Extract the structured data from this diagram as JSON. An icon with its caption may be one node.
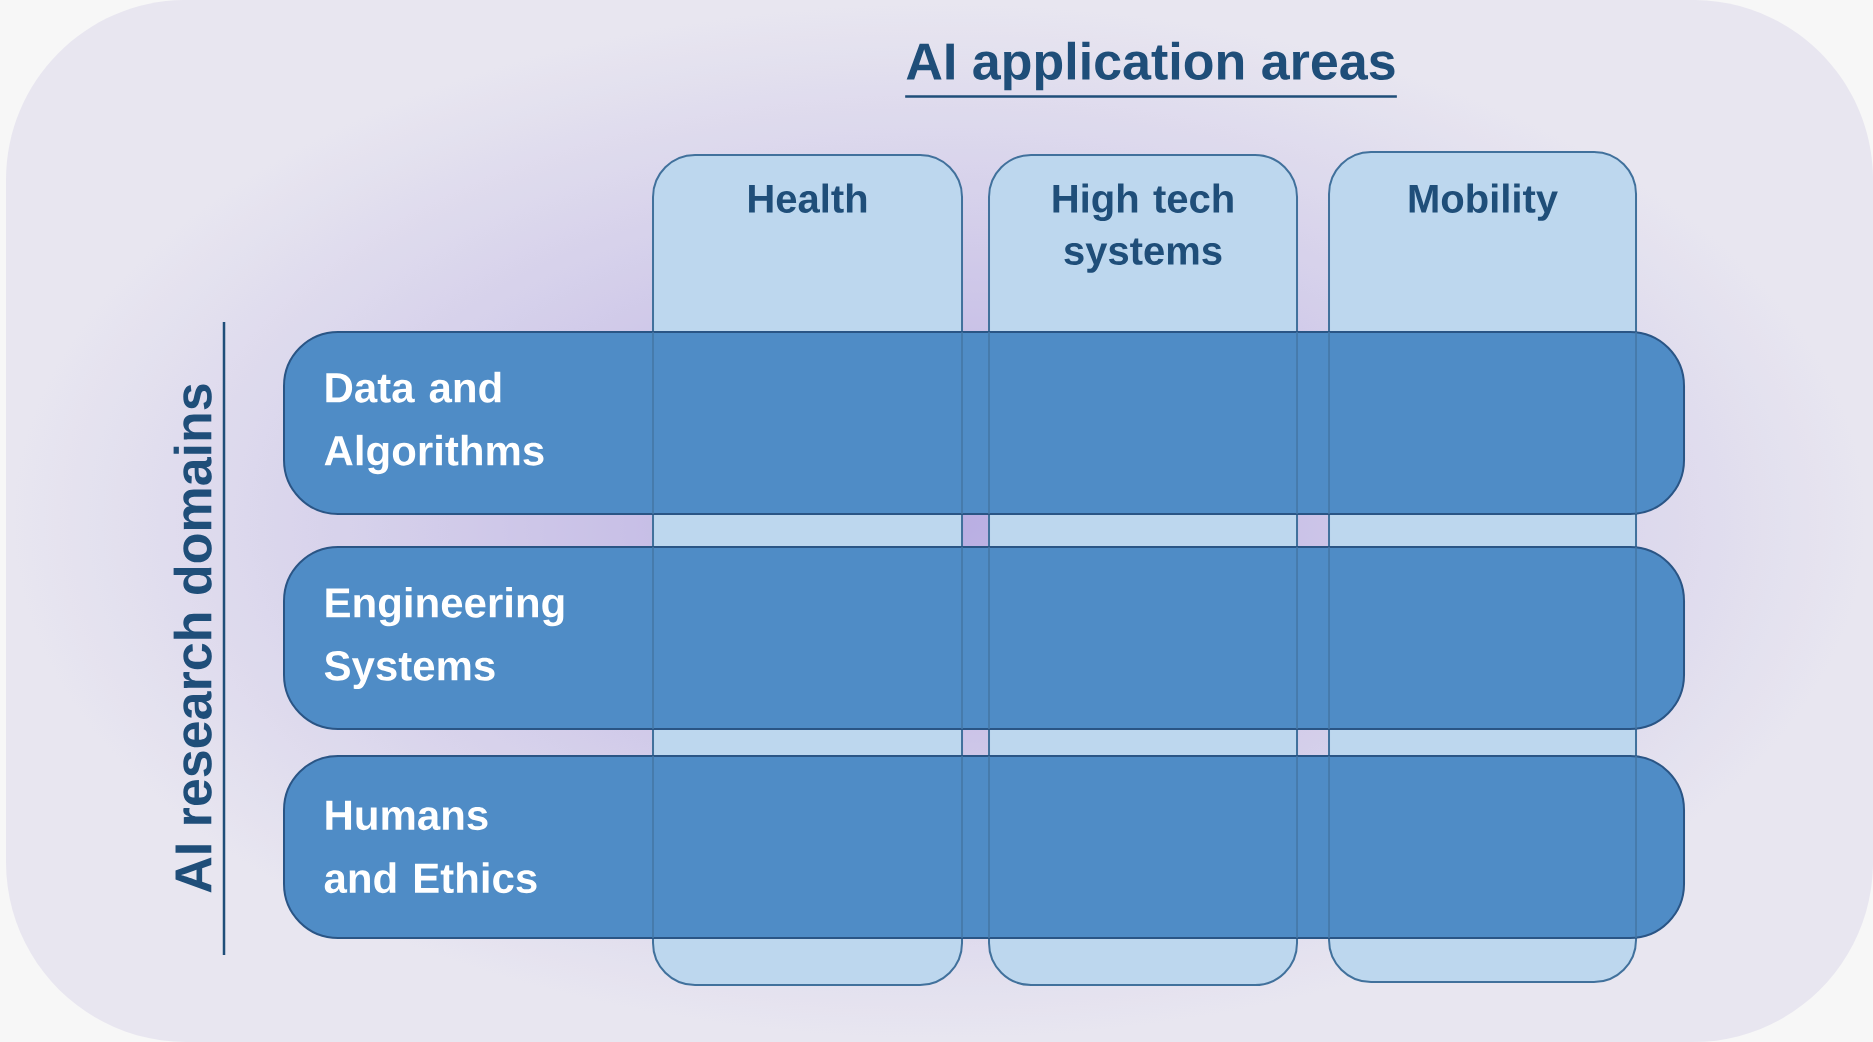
{
  "diagram": {
    "title": "AI application areas",
    "nodes": [
      {
        "text": [
          "Health"
        ]
      },
      {
        "text": [
          "High tech systems"
        ]
      },
      {
        "text": [
          "Mobility"
        ]
      },
      {
        "text": [
          "Data and Algorithms"
        ]
      },
      {
        "text": [
          "Engineering Systems"
        ]
      },
      {
        "text": [
          "Humans and Ethics"
        ]
      }
    ],
    "labels": [
      "AI research domains"
    ]
  }
}
